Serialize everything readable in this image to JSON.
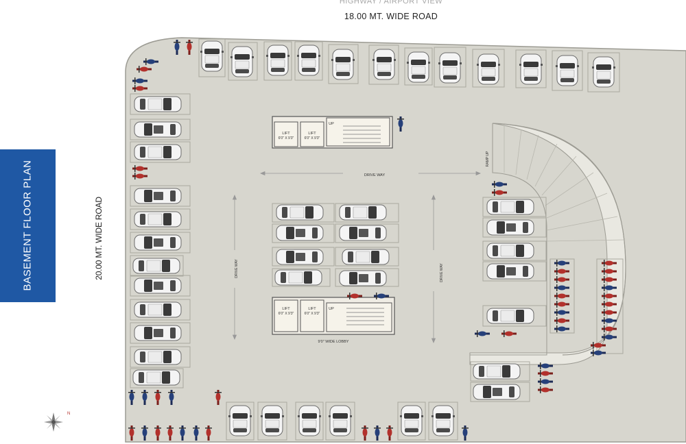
{
  "roads": {
    "top_subtitle": "HIGHWAY / AIRPORT VIEW",
    "top": "18.00 MT. WIDE ROAD",
    "left": "20.00 MT. WIDE ROAD"
  },
  "plan_title": "BASEMENT FLOOR PLAN",
  "labels": {
    "lift": "LIFT",
    "lift_size": "6'0\" X 9'3\"",
    "up": "UP",
    "drive_way": "DRIVE WAY",
    "ramp_up": "RAMP UP",
    "lobby": "9'0\" WIDE LOBBY"
  },
  "compass": {
    "north": "N"
  },
  "colors": {
    "floor": "#d7d6ce",
    "panel": "#1f58a4",
    "car": "#f4f4f4",
    "bike_red": "#b2312c",
    "bike_blue": "#26407a"
  }
}
